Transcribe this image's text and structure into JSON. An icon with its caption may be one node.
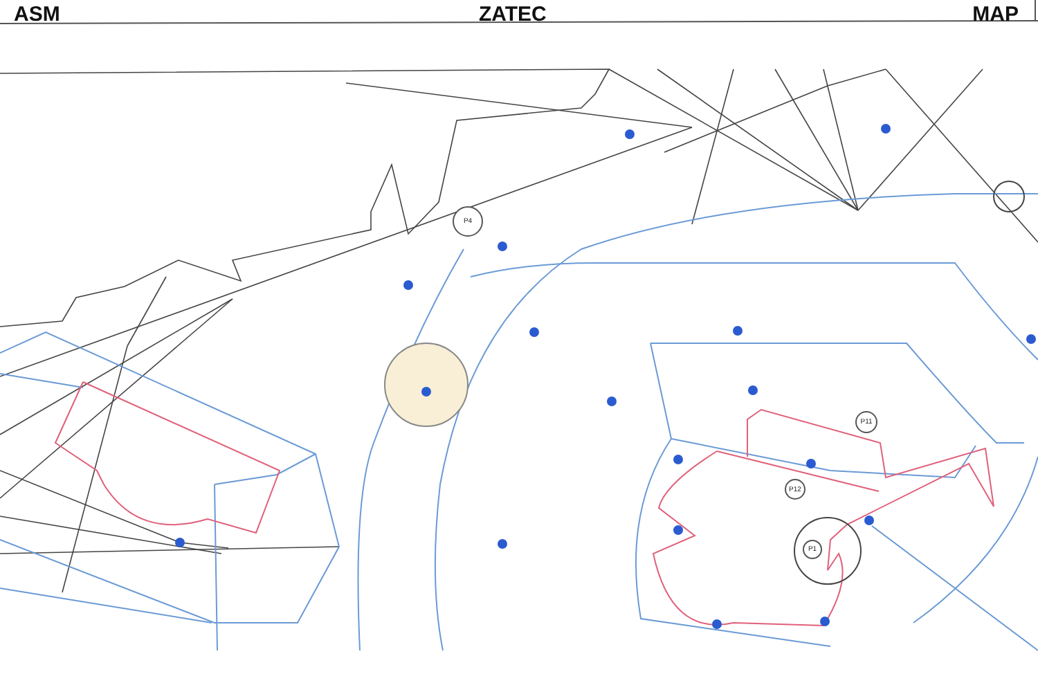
{
  "diagram": {
    "nodes": [
      {
        "text": [
          "P4"
        ]
      },
      {
        "text": [
          "P11"
        ]
      },
      {
        "text": [
          "P12"
        ]
      },
      {
        "text": [
          "P1"
        ]
      }
    ],
    "labels": [
      "ASM",
      "ZATEC",
      "MAP"
    ]
  }
}
